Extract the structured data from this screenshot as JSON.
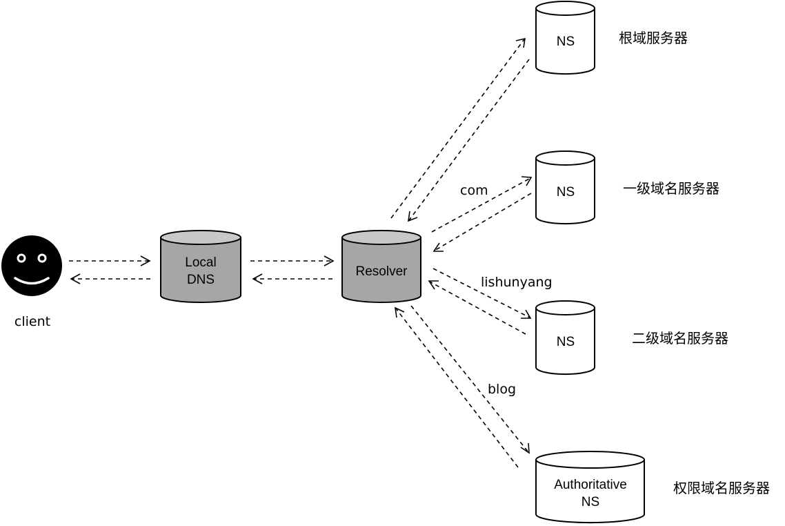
{
  "client": {
    "label": "client"
  },
  "local_dns": {
    "line1": "Local",
    "line2": "DNS"
  },
  "resolver": {
    "label": "Resolver"
  },
  "servers": {
    "root": {
      "label": "NS",
      "caption": "根域服务器"
    },
    "tld": {
      "label": "NS",
      "caption": "一级域名服务器"
    },
    "second": {
      "label": "NS",
      "caption": "二级域名服务器"
    },
    "authoritative": {
      "line1": "Authoritative",
      "line2": "NS",
      "caption": "权限域名服务器"
    }
  },
  "edge_labels": {
    "com": "com",
    "lishunyang": "lishunyang",
    "blog": "blog"
  },
  "colors": {
    "gray_fill": "#a6a6a6",
    "gray_top": "#c8c8c8",
    "white_fill": "#ffffff",
    "stroke": "#000000"
  }
}
